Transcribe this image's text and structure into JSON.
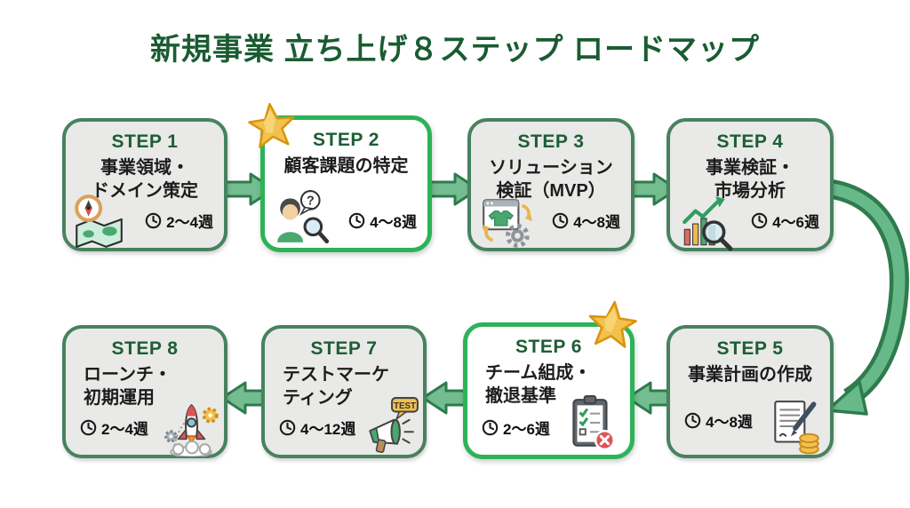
{
  "page": {
    "title": "新規事業 立ち上げ８ステップ ロードマップ"
  },
  "colors": {
    "title_green": "#1a5c32",
    "highlight_border_green": "#2cb357",
    "box_border_green": "#47825f",
    "box_gray": "#e9e9e7",
    "arrow_fill": "#74bd90",
    "arrow_outline": "#2e7b4e",
    "star_gold": "#f2c14e",
    "badge_red": "#dd5454"
  },
  "steps": [
    {
      "label": "STEP 1",
      "title_line1": "事業領域・",
      "title_line2": "ドメイン策定",
      "duration": "2〜4週",
      "icon": "compass-map-icon",
      "highlighted": false
    },
    {
      "label": "STEP 2",
      "title_line1": "顧客課題の特定",
      "title_line2": "",
      "duration": "4〜8週",
      "icon": "customer-research-icon",
      "icon_text": "?",
      "highlighted": true
    },
    {
      "label": "STEP 3",
      "title_line1": "ソリューション",
      "title_line2": "検証（MVP）",
      "duration": "4〜8週",
      "icon": "mvp-prototype-icon",
      "highlighted": false
    },
    {
      "label": "STEP 4",
      "title_line1": "事業検証・",
      "title_line2": "市場分析",
      "duration": "4〜6週",
      "icon": "market-analysis-icon",
      "highlighted": false
    },
    {
      "label": "STEP 5",
      "title_line1": "事業計画の作成",
      "title_line2": "",
      "duration": "4〜8週",
      "icon": "business-plan-icon",
      "highlighted": false
    },
    {
      "label": "STEP 6",
      "title_line1": "チーム組成・",
      "title_line2": "撤退基準",
      "duration": "2〜6週",
      "icon": "checklist-icon",
      "highlighted": true
    },
    {
      "label": "STEP 7",
      "title_line1": "テストマーケ",
      "title_line2": "ティング",
      "duration": "4〜12週",
      "icon": "test-marketing-icon",
      "icon_text": "TEST",
      "highlighted": false
    },
    {
      "label": "STEP 8",
      "title_line1": "ローンチ・",
      "title_line2": "初期運用",
      "duration": "2〜4週",
      "icon": "rocket-launch-icon",
      "highlighted": false
    }
  ]
}
